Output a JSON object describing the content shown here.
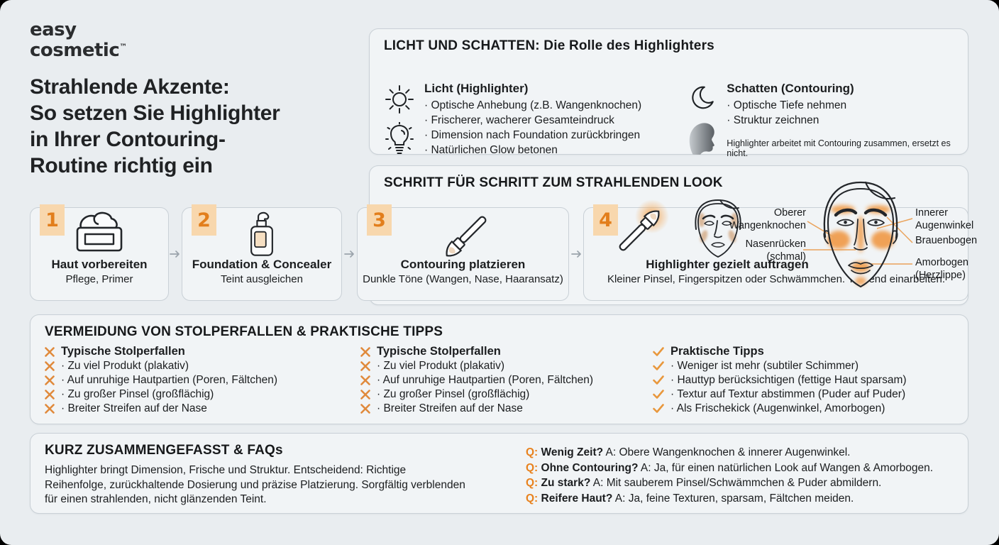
{
  "colors": {
    "background": "#e9edf0",
    "panel": "#f1f4f6",
    "border": "#c9d0d6",
    "accent_orange": "#e8821e",
    "badge_bg": "#f8d7ad",
    "glow_orange": "#f09a3c",
    "contour_tan": "#d3a983",
    "arrow_gray": "#9aa3ab",
    "text": "#1b1d1f"
  },
  "logo": {
    "line1": "easy",
    "line2": "cosmetic",
    "tm": "™"
  },
  "title": {
    "lines": [
      "Strahlende Akzente:",
      "So setzen Sie Highlighter",
      "in Ihrer Contouring-",
      "Routine richtig ein"
    ]
  },
  "licht_panel": {
    "title": "LICHT UND SCHATTEN: Die Rolle des Highlighters",
    "licht": {
      "heading": "Licht (Highlighter)",
      "items": [
        "· Optische Anhebung (z.B. Wangenknochen)",
        "· Frischerer, wacherer Gesamteindruck",
        "· Dimension nach Foundation zurückbringen",
        "· Natürlichen Glow betonen"
      ]
    },
    "schatten": {
      "heading": "Schatten (Contouring)",
      "items": [
        "· Optische Tiefe nehmen",
        "· Struktur zeichnen"
      ],
      "note": "Highlighter arbeitet mit Contouring zusammen, ersetzt es nicht."
    }
  },
  "steps_panel": {
    "title": "SCHRITT FÜR SCHRITT ZUM STRAHLENDEN LOOK",
    "steps": [
      {
        "num": "1",
        "title": "Haut vorbereiten",
        "subtitle": "Pflege, Primer",
        "icon": "cream-jar-icon"
      },
      {
        "num": "2",
        "title": "Foundation & Concealer",
        "subtitle": "Teint ausgleichen",
        "icon": "pump-bottle-icon"
      },
      {
        "num": "3",
        "title": "Contouring platzieren",
        "subtitle": "Dunkle Töne (Wangen, Nase, Haaransatz)",
        "icon": "brush-icon"
      },
      {
        "num": "4",
        "title": "Highlighter gezielt auftragen",
        "subtitle": "Kleiner Pinsel, Fingerspitzen oder Schwämmchen. Tupfend einarbeiten.",
        "icon": "glow-brush-and-face-icon"
      }
    ],
    "face_labels": {
      "left": [
        "Oberer Wangenknochen",
        "Nasenrücken (schmal)"
      ],
      "right": [
        "Innerer Augenwinkel",
        "Brauenbogen",
        "Amorbogen (Herzlippe)"
      ]
    }
  },
  "tips_panel": {
    "title": "VERMEIDUNG VON STOLPERFALLEN & PRAKTISCHE TIPPS",
    "columns": [
      {
        "type": "x",
        "heading": "Typische Stolperfallen",
        "items": [
          "· Zu viel Produkt (plakativ)",
          "· Auf unruhige Hautpartien (Poren, Fältchen)",
          "· Zu großer Pinsel (großflächig)",
          "· Breiter Streifen auf der Nase"
        ]
      },
      {
        "type": "x",
        "heading": "Typische Stolperfallen",
        "items": [
          "· Zu viel Produkt (plakativ)",
          "· Auf unruhige Hautpartien (Poren, Fältchen)",
          "· Zu großer Pinsel (großflächig)",
          "· Breiter Streifen auf der Nase"
        ]
      },
      {
        "type": "check",
        "heading": "Praktische Tipps",
        "items": [
          "· Weniger ist mehr (subtiler Schimmer)",
          "· Hauttyp berücksichtigen (fettige Haut sparsam)",
          "· Textur auf Textur abstimmen (Puder auf Puder)",
          "· Als Frischekick (Augenwinkel, Amorbogen)"
        ]
      }
    ]
  },
  "summary_panel": {
    "title": "KURZ ZUSAMMENGEFASST & FAQs",
    "text": "Highlighter bringt Dimension, Frische und Struktur. Entscheidend: Richtige Reihenfolge, zurückhaltende Dosierung und präzise Platzierung. Sorgfältig verblenden für einen strahlenden, nicht glänzenden Teint.",
    "q_prefix": "Q:",
    "faqs": [
      {
        "q": "Wenig Zeit?",
        "a": "A: Obere Wangenknochen & innerer Augenwinkel."
      },
      {
        "q": "Ohne Contouring?",
        "a": "A: Ja, für einen natürlichen Look auf Wangen & Amorbogen."
      },
      {
        "q": "Zu stark?",
        "a": "A: Mit sauberem Pinsel/Schwämmchen & Puder abmildern."
      },
      {
        "q": "Reifere Haut?",
        "a": "A: Ja, feine Texturen, sparsam, Fältchen meiden."
      }
    ]
  }
}
